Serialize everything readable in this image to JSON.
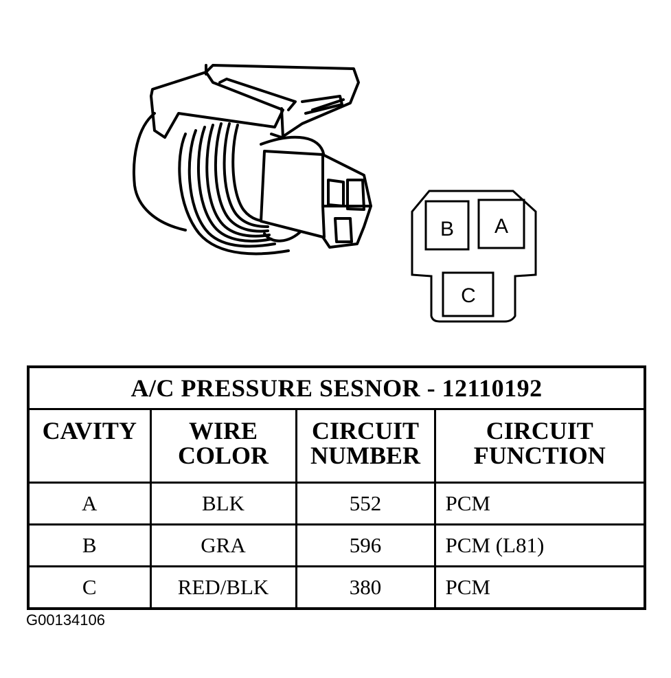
{
  "pin_face": {
    "cavity_a": "A",
    "cavity_b": "B",
    "cavity_c": "C"
  },
  "table": {
    "title": "A/C PRESSURE SESNOR - 12110192",
    "headers": [
      {
        "line1": "CAVITY",
        "line2": ""
      },
      {
        "line1": "WIRE",
        "line2": "COLOR"
      },
      {
        "line1": "CIRCUIT",
        "line2": "NUMBER"
      },
      {
        "line1": "CIRCUIT",
        "line2": "FUNCTION"
      }
    ],
    "rows": [
      {
        "cavity": "A",
        "wire_color": "BLK",
        "circuit_number": "552",
        "circuit_function": "PCM"
      },
      {
        "cavity": "B",
        "wire_color": "GRA",
        "circuit_number": "596",
        "circuit_function": "PCM (L81)"
      },
      {
        "cavity": "C",
        "wire_color": "RED/BLK",
        "circuit_number": "380",
        "circuit_function": "PCM"
      }
    ]
  },
  "figure_id": "G00134106"
}
